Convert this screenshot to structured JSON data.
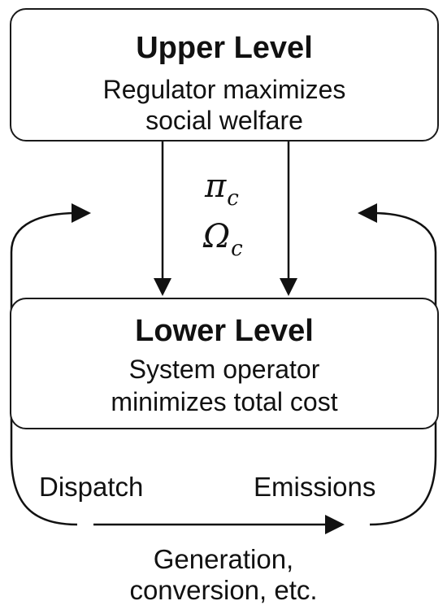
{
  "upper": {
    "title": "Upper Level",
    "line1": "Regulator maximizes",
    "line2": "social welfare"
  },
  "signals": {
    "pi": "π",
    "pi_sub": "c",
    "omega": "Ω",
    "omega_sub": "c"
  },
  "lower": {
    "title": "Lower Level",
    "line1": "System operator",
    "line2": "minimizes total cost"
  },
  "bottom": {
    "left_label": "Dispatch",
    "right_label": "Emissions",
    "caption_line1": "Generation,",
    "caption_line2": "conversion, etc."
  }
}
